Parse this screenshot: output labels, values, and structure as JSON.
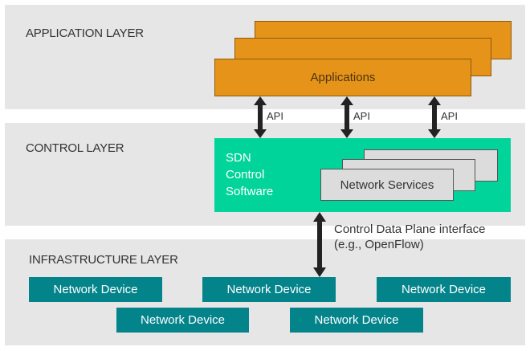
{
  "layers": {
    "application": {
      "label": "APPLICATION LAYER"
    },
    "control": {
      "label": "CONTROL LAYER"
    },
    "infrastructure": {
      "label": "INFRASTRUCTURE LAYER"
    }
  },
  "applications": {
    "label": "Applications",
    "stack_count": 3
  },
  "api_links": [
    {
      "label": "API"
    },
    {
      "label": "API"
    },
    {
      "label": "API"
    }
  ],
  "sdn": {
    "lines": [
      "SDN",
      "Control",
      "Software"
    ]
  },
  "network_services": {
    "label": "Network Services",
    "stack_count": 3
  },
  "control_data_interface": {
    "line1": "Control Data Plane interface",
    "line2": "(e.g., OpenFlow)"
  },
  "devices": [
    {
      "label": "Network Device"
    },
    {
      "label": "Network Device"
    },
    {
      "label": "Network Device"
    },
    {
      "label": "Network Device"
    },
    {
      "label": "Network Device"
    }
  ],
  "colors": {
    "layer_bg": "#e6e6e6",
    "applications": "#e69419",
    "sdn": "#00d49a",
    "network_services": "#dcdcdc",
    "device": "#03838a",
    "arrow": "#222222"
  }
}
